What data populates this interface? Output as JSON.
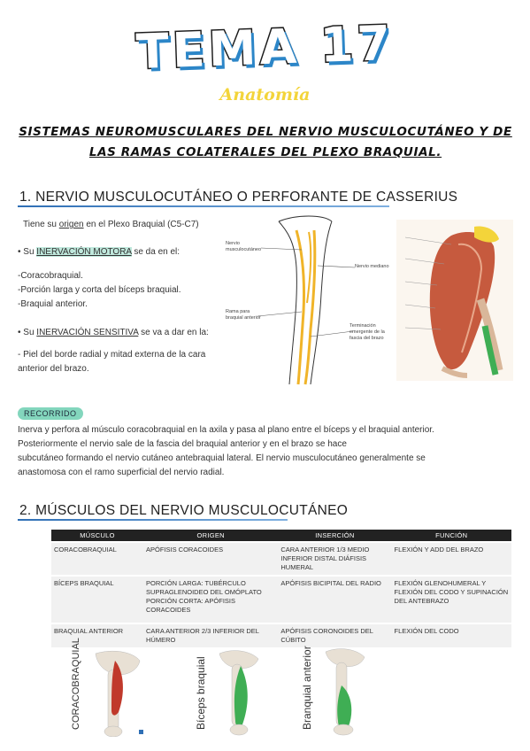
{
  "header": {
    "title": "TEMA 17",
    "subtitle": "Anatomía",
    "main_heading": "SISTEMAS NEUROMUSCULARES DEL NERVIO MUSCULOCUTÁNEO Y DE LAS RAMAS COLATERALES DEL PLEXO BRAQUIAL."
  },
  "section1": {
    "number": "1.",
    "title": "NERVIO MUSCULOCUTÁNEO O PERFORANTE DE CASSERIUS",
    "origin_prefix": "Tiene su ",
    "origin_word": "origen",
    "origin_suffix": " en el Plexo Braquial (C5-C7)",
    "motor_prefix": "• Su ",
    "motor_term": "INERVACIÓN MOTORA",
    "motor_suffix": " se da en el:",
    "motor_items": [
      "-Coracobraquial.",
      "-Porción larga y corta del bíceps braquial.",
      "-Braquial anterior."
    ],
    "sensory_prefix": "• Su ",
    "sensory_term": "INERVACIÓN SENSITIVA",
    "sensory_suffix": " se va a dar en la:",
    "sensory_line1": "- Piel del borde radial y mitad externa de la cara",
    "sensory_line2": "anterior del brazo.",
    "diagram_labels": {
      "nerve": "Nervio musculocutáneo",
      "median": "Nervio mediano",
      "branch": "Rama para braquial anterior",
      "terminal": "Terminación emergente de la fascia del brazo"
    },
    "recorrido_badge": "RECORRIDO",
    "recorrido_lines": [
      "Inerva y perfora al músculo coracobraquial en la axila y pasa al plano entre el bíceps y el braquial anterior.",
      "Posteriormente el nervio sale de la fascia del braquial anterior y en el brazo se hace",
      "subcutáneo formando el nervio cutáneo antebraquial lateral. El nervio musculocutáneo generalmente se",
      "anastomosa con el ramo superficial del nervio radial."
    ]
  },
  "section2": {
    "number": "2.",
    "title": "MÚSCULOS DEL NERVIO MUSCULOCUTÁNEO",
    "table": {
      "headers": [
        "MÚSCULO",
        "ORIGEN",
        "INSERCIÓN",
        "FUNCIÓN"
      ],
      "rows": [
        [
          "CORACOBRAQUIAL",
          "APÓFISIS CORACOIDES",
          "CARA ANTERIOR 1/3 MEDIO INFERIOR DISTAL DIÁFISIS HUMERAL",
          "FLEXIÓN Y ADD DEL BRAZO"
        ],
        [
          "BÍCEPS BRAQUIAL",
          "PORCIÓN LARGA: TUBÉRCULO SUPRAGLENOIDEO DEL OMÓPLATO PORCIÓN CORTA: APÓFISIS CORACOIDES",
          "APÓFISIS BICIPITAL DEL RADIO",
          "FLEXIÓN GLENOHUMERAL Y FLEXIÓN DEL CODO Y SUPINACIÓN DEL ANTEBRAZO"
        ],
        [
          "BRAQUIAL ANTERIOR",
          "CARA ANTERIOR 2/3 INFERIOR DEL HÚMERO",
          "APÓFISIS CORONOIDES DEL CÚBITO",
          "FLEXIÓN DEL CODO"
        ]
      ]
    },
    "images": [
      {
        "label": "CORACOBRAQUIAL",
        "icon": "coracobraquial-muscle-icon"
      },
      {
        "label": "Bíceps braquial",
        "icon": "biceps-muscle-icon"
      },
      {
        "label": "Branquial anterior",
        "icon": "braquial-anterior-muscle-icon"
      }
    ]
  },
  "colors": {
    "accent_blue": "#2f6fb5",
    "muscle_green": "#3fae54",
    "muscle_red": "#c0392b",
    "badge": "#83d6bd",
    "subtitle_yellow": "#f3d43a"
  }
}
